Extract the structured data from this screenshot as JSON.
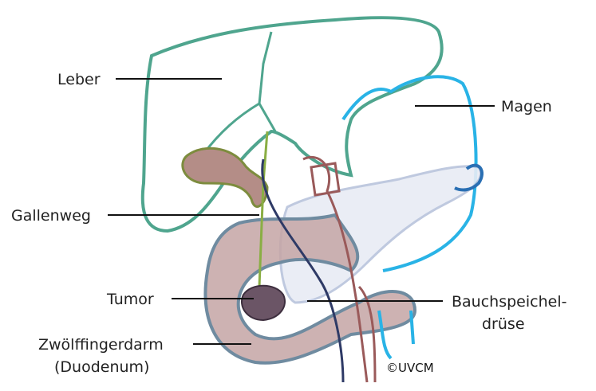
{
  "labels": {
    "liver": "Leber",
    "stomach": "Magen",
    "bile_duct": "Gallenweg",
    "tumor": "Tumor",
    "pancreas_line1": "Bauchspeichel-",
    "pancreas_line2": "drüse",
    "duodenum_line1": "Zwölffingerdarm",
    "duodenum_line2": "(Duodenum)"
  },
  "copyright": "©UVCM",
  "colors": {
    "liver": "#4fa58e",
    "stomach": "#29b3e6",
    "duodenum_fill": "#c4a5a4",
    "duodenum_stroke": "#6f8ba0",
    "gallbladder": "#b48d87",
    "bile_duct": "#8aae44",
    "pancreas": "#b9c4dc",
    "tumor": "#6b5566",
    "vessel_red": "#9a5a5a",
    "vessel_blue": "#2e3a66"
  }
}
